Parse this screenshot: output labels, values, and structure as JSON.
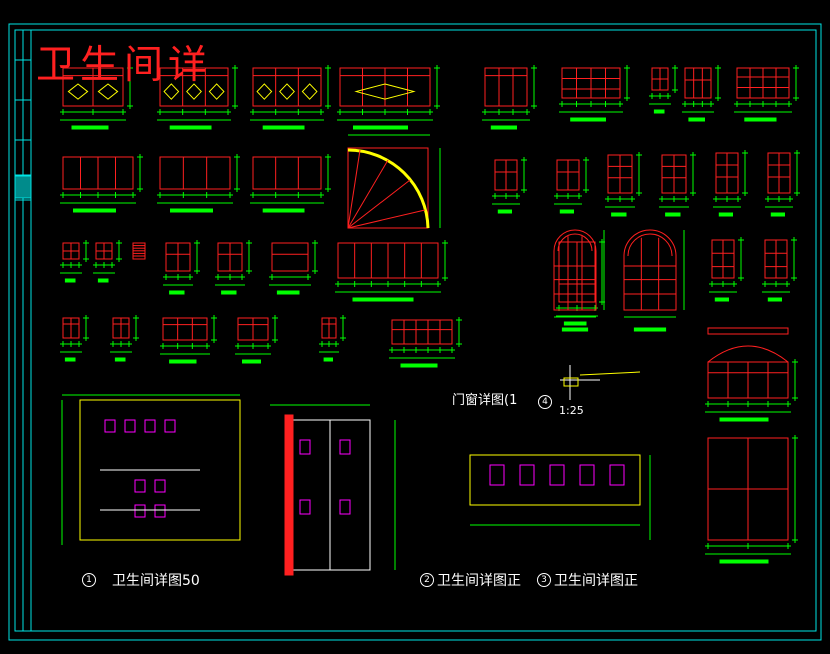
{
  "watermark": "卫生间详",
  "titles": {
    "doors_windows": "门窗详图",
    "doors_windows_scale": "(1",
    "section_scale": "1:25",
    "plan_1": "卫生间详图",
    "plan_1_scale": "50",
    "plan_2": "卫生间详图",
    "plan_2_scale": "正",
    "plan_3": "卫生间详图",
    "plan_3_scale": "正"
  },
  "markers": {
    "one": "1",
    "two": "2",
    "three": "3",
    "four": "4"
  },
  "colors": {
    "background": "#000000",
    "frame": "#00e5e5",
    "window_frame": "#ff2020",
    "dimension": "#00ff00",
    "annotation": "#ffff00",
    "fixture": "#ff00ff",
    "text": "#ffffff"
  }
}
